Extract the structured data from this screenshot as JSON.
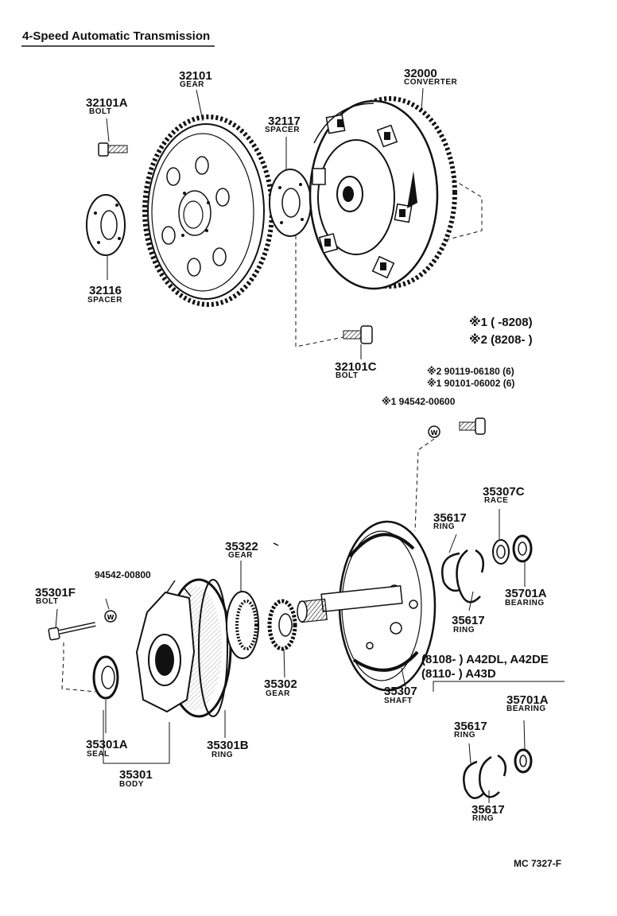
{
  "title": "4-Speed Automatic Transmission",
  "parts": {
    "p32101": {
      "num": "32101",
      "name": "GEAR"
    },
    "p32101A": {
      "num": "32101A",
      "name": "BOLT"
    },
    "p32116": {
      "num": "32116",
      "name": "SPACER"
    },
    "p32117": {
      "num": "32117",
      "name": "SPACER"
    },
    "p32000": {
      "num": "32000",
      "name": "CONVERTER"
    },
    "p32101C": {
      "num": "32101C",
      "name": "BOLT"
    },
    "p35617a": {
      "num": "35617",
      "name": "RING"
    },
    "p35307C": {
      "num": "35307C",
      "name": "RACE"
    },
    "p35701A_1": {
      "num": "35701A",
      "name": "BEARING"
    },
    "p35617b": {
      "num": "35617",
      "name": "RING"
    },
    "p35322": {
      "num": "35322",
      "name": "GEAR"
    },
    "p35301F": {
      "num": "35301F",
      "name": "BOLT"
    },
    "p35302": {
      "num": "35302",
      "name": "GEAR"
    },
    "p35307": {
      "num": "35307",
      "name": "SHAFT"
    },
    "p35301A": {
      "num": "35301A",
      "name": "SEAL"
    },
    "p35301B": {
      "num": "35301B",
      "name": "RING"
    },
    "p35301": {
      "num": "35301",
      "name": "BODY"
    },
    "p35701A_2": {
      "num": "35701A",
      "name": "BEARING"
    },
    "p35617c": {
      "num": "35617",
      "name": "RING"
    },
    "p35617d": {
      "num": "35617",
      "name": "RING"
    }
  },
  "washer_9454200800": "94542-00800",
  "notes": {
    "n1": "※1 (        -8208)",
    "n2": "※2 (8208-         )",
    "bolt_n2": "※2 90119-06180 (6)",
    "bolt_n1": "※1 90101-06002 (6)",
    "washer_n1": "※1 94542-00600"
  },
  "variants": {
    "v1": "(8108-        ) A42DL, A42DE",
    "v2": "(8110-        ) A43D"
  },
  "footer_code": "MC  7327-F",
  "colors": {
    "ink": "#111111",
    "paper": "#ffffff"
  }
}
